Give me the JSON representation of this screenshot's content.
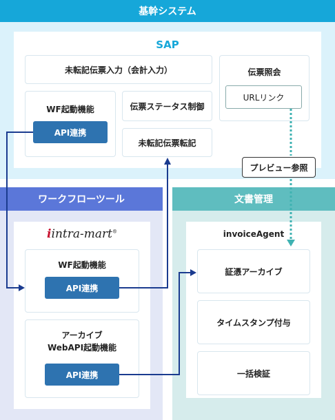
{
  "kikan": {
    "header": "基幹システム",
    "sap": {
      "title": "SAP",
      "unposted_input": "未転記伝票入力（会計入力）",
      "wf_label": "WF起動機能",
      "wf_api": "API連携",
      "status_control": "伝票ステータス制御",
      "unposted_post": "未転記伝票転記",
      "inquiry_label": "伝票照会",
      "url_link": "URLリンク"
    }
  },
  "preview_label": "プレビュー参照",
  "workflow": {
    "header": "ワークフローツール",
    "logo_text": "intra-mart",
    "wf_label": "WF起動機能",
    "wf_api": "API連携",
    "archive_label_1": "アーカイブ",
    "archive_label_2": "WebAPI起動機能",
    "archive_api": "API連携"
  },
  "docs": {
    "header": "文書管理",
    "agent_title": "invoiceAgent",
    "items": [
      "証憑アーカイブ",
      "タイムスタンプ付与",
      "一括検証"
    ]
  },
  "colors": {
    "kikan_header": "#16a7d9",
    "kikan_bg": "#dbf2fb",
    "workflow_header": "#5b77d9",
    "workflow_bg": "#e3e7f6",
    "docs_header": "#5fbdbf",
    "docs_bg": "#d6ecec",
    "button": "#2e73b0",
    "connector": "#1a3b8f",
    "dotted": "#3fb2b2"
  }
}
